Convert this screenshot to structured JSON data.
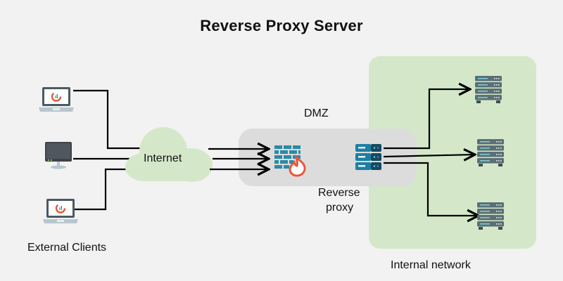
{
  "title": "Reverse Proxy Server",
  "labels": {
    "internet": "Internet",
    "dmz": "DMZ",
    "reverse_proxy_line1": "Reverse",
    "reverse_proxy_line2": "proxy",
    "external_clients": "External Clients",
    "internal_network": "Internal network"
  },
  "nodes": {
    "clients": [
      {
        "id": "client-laptop-1",
        "type": "laptop-icon"
      },
      {
        "id": "client-desktop",
        "type": "desktop-monitor-icon"
      },
      {
        "id": "client-laptop-2",
        "type": "laptop-icon"
      }
    ],
    "cloud": {
      "id": "internet-cloud",
      "type": "cloud-icon"
    },
    "firewall": {
      "id": "firewall",
      "type": "firewall-icon"
    },
    "proxy": {
      "id": "reverse-proxy-server",
      "type": "server-stack-icon"
    },
    "backends": [
      {
        "id": "backend-server-1",
        "type": "server-rack-icon"
      },
      {
        "id": "backend-server-2",
        "type": "server-rack-icon"
      },
      {
        "id": "backend-server-3",
        "type": "server-rack-icon"
      }
    ]
  },
  "colors": {
    "background": "#f2f2f2",
    "internal_zone": "#d4e8c9",
    "dmz_zone": "#dcdcdc",
    "cloud": "#d4e8c9",
    "firewall_brick": "#2a8aa8",
    "firewall_flame": "#e8573f",
    "proxy_server": "#1f7fa3",
    "proxy_server_dark": "#124c63",
    "backend_server": "#5b6f75",
    "backend_led": "#7fd0d8",
    "line": "#000000"
  }
}
